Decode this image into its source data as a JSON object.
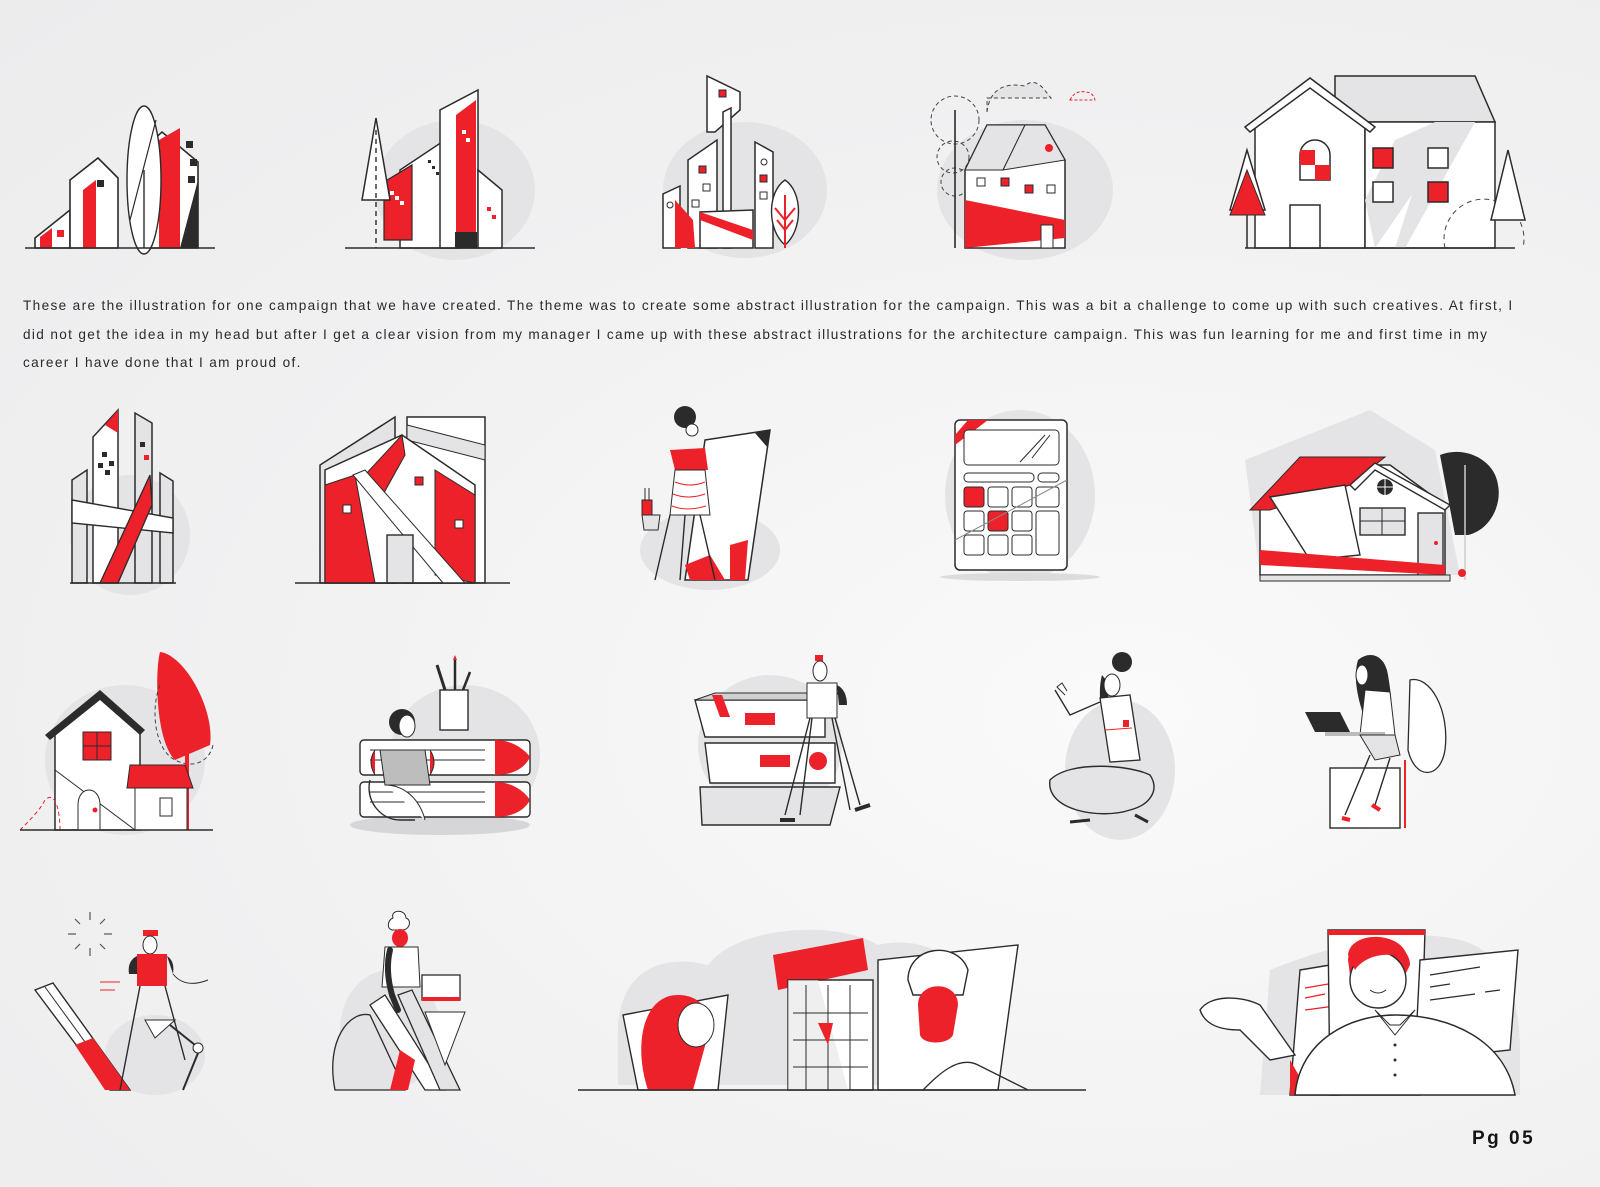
{
  "page": {
    "description": "These are the illustration for one campaign that we have created. The theme was to create some abstract illustration for the campaign. This was a bit a challenge to come up with such creatives. At first, I did not get the idea in my head but after I get a clear vision from my manager I came up with these abstract illustrations for the architecture campaign. This was fun learning for me and first time in my career I have done that I am proud of.",
    "page_number": "Pg 05"
  },
  "palette": {
    "accent_red": "#ec2129",
    "outline": "#2b2b2b",
    "gray_fill": "#dedfe1",
    "background": "#efeff0"
  },
  "illustrations": [
    {
      "row": 1,
      "subject": "city-skyline-with-oval-tree"
    },
    {
      "row": 1,
      "subject": "angled-buildings-with-pine-tree"
    },
    {
      "row": 1,
      "subject": "tall-towers-with-red-tree"
    },
    {
      "row": 1,
      "subject": "house-with-dashed-trees-and-clouds"
    },
    {
      "row": 1,
      "subject": "two-story-house-with-triangle-trees"
    },
    {
      "row": 2,
      "subject": "tower-with-red-diagonal-band"
    },
    {
      "row": 2,
      "subject": "red-gabled-building"
    },
    {
      "row": 2,
      "subject": "woman-carrying-canvas"
    },
    {
      "row": 2,
      "subject": "calculator"
    },
    {
      "row": 2,
      "subject": "house-with-red-roof-and-dark-tree"
    },
    {
      "row": 3,
      "subject": "cottage-with-red-tree"
    },
    {
      "row": 3,
      "subject": "person-leaning-on-books"
    },
    {
      "row": 3,
      "subject": "man-walking-past-book-stack"
    },
    {
      "row": 3,
      "subject": "woman-sitting-cross-legged"
    },
    {
      "row": 3,
      "subject": "woman-with-laptop-on-stool"
    },
    {
      "row": 4,
      "subject": "man-with-drafting-lamp"
    },
    {
      "row": 4,
      "subject": "chef-with-monitor"
    },
    {
      "row": 4,
      "subject": "two-people-with-blueprint"
    },
    {
      "row": 4,
      "subject": "man-waving-with-documents"
    }
  ]
}
